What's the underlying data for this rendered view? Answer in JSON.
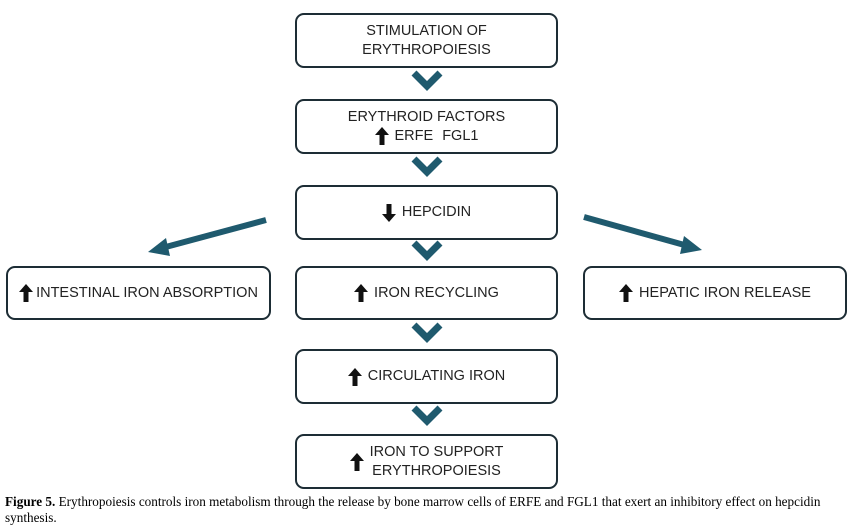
{
  "colors": {
    "box_border": "#1d2d35",
    "arrow_teal": "#1f5a6e",
    "text": "#222222"
  },
  "icons": {
    "increase": "up-arrow-icon",
    "decrease": "down-arrow-icon",
    "flow": "chevron-down-icon"
  },
  "nodes": {
    "stimulation": {
      "line1": "STIMULATION OF",
      "line2": "ERYTHROPOIESIS"
    },
    "erythroid_factors": {
      "title": "ERYTHROID FACTORS",
      "factor1": "ERFE",
      "factor2": "FGL1",
      "direction": "increase"
    },
    "hepcidin": {
      "label": "HEPCIDIN",
      "direction": "decrease"
    },
    "intestinal": {
      "label": "INTESTINAL IRON ABSORPTION",
      "direction": "increase"
    },
    "recycling": {
      "label": "IRON RECYCLING",
      "direction": "increase"
    },
    "hepatic": {
      "label": "HEPATIC IRON RELEASE",
      "direction": "increase"
    },
    "circulating": {
      "label": "CIRCULATING IRON",
      "direction": "increase"
    },
    "support": {
      "line1": "IRON TO SUPPORT",
      "line2": "ERYTHROPOIESIS",
      "direction": "increase"
    }
  },
  "caption": {
    "label": "Figure 5.",
    "text": " Erythropoiesis controls iron metabolism through the release by bone marrow cells of ERFE and FGL1 that exert an inhibitory effect on hepcidin synthesis."
  }
}
